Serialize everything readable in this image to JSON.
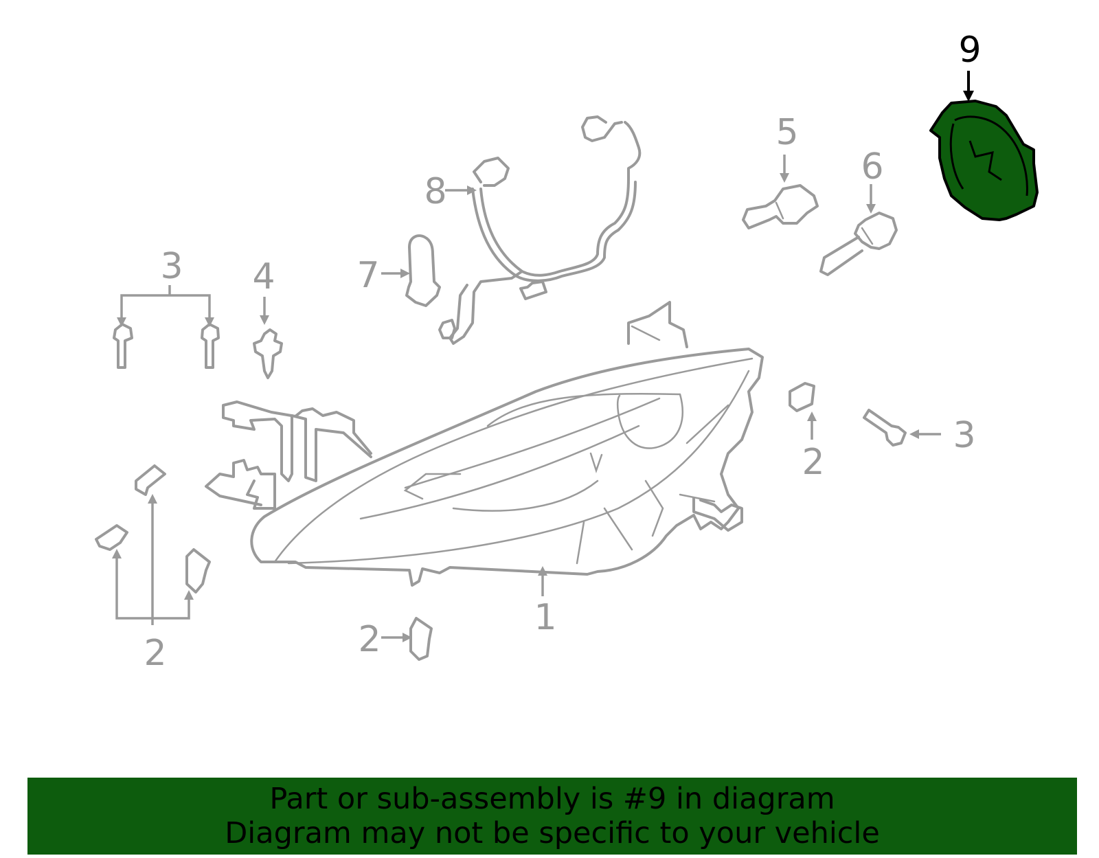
{
  "colors": {
    "highlight": "#0d5c0d",
    "banner_bg": "#0d5c0d",
    "part_line": "#9a9a9a",
    "highlight_text": "#000000"
  },
  "callouts": {
    "c1": "1",
    "c2a": "2",
    "c2b": "2",
    "c2c": "2",
    "c3a": "3",
    "c3b": "3",
    "c4": "4",
    "c5": "5",
    "c6": "6",
    "c7": "7",
    "c8": "8",
    "c9": "9"
  },
  "banner": {
    "line1": "Part or sub-assembly is #9 in diagram",
    "line2": "Diagram may not be specific to your vehicle"
  }
}
